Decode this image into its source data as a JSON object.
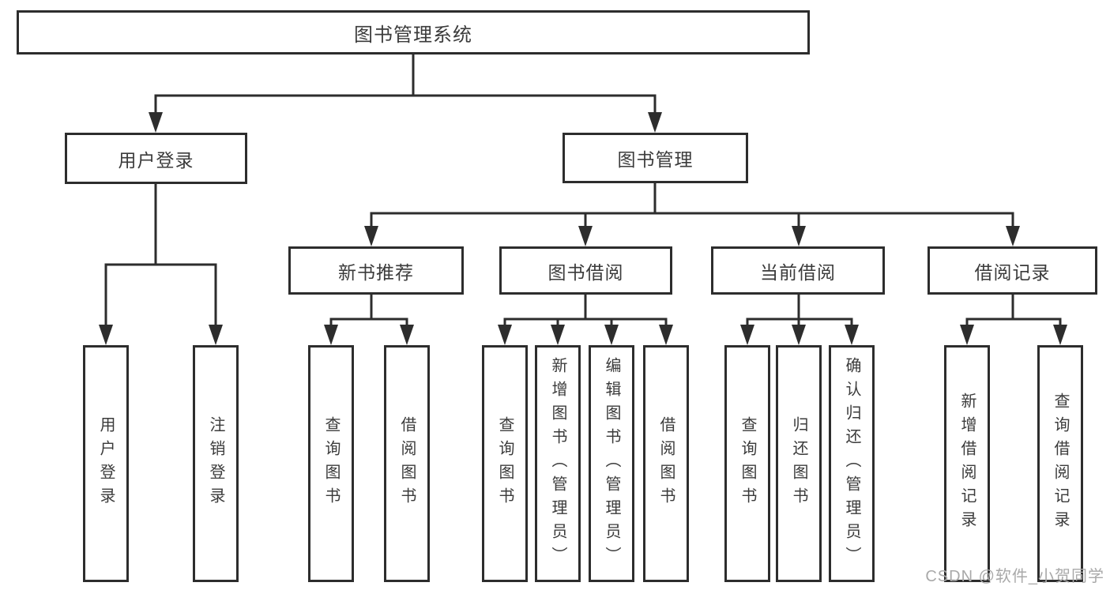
{
  "diagram": {
    "root": {
      "label": "图书管理系统"
    },
    "branches": [
      {
        "label": "用户登录",
        "leaves": [
          {
            "label": "用户登录"
          },
          {
            "label": "注销登录"
          }
        ]
      },
      {
        "label": "图书管理",
        "sections": [
          {
            "label": "新书推荐",
            "leaves": [
              {
                "label": "查询图书"
              },
              {
                "label": "借阅图书"
              }
            ]
          },
          {
            "label": "图书借阅",
            "leaves": [
              {
                "label": "查询图书"
              },
              {
                "label": "新增图书（管理员）"
              },
              {
                "label": "编辑图书（管理员）"
              },
              {
                "label": "借阅图书"
              }
            ]
          },
          {
            "label": "当前借阅",
            "leaves": [
              {
                "label": "查询图书"
              },
              {
                "label": "归还图书"
              },
              {
                "label": "确认归还（管理员）"
              }
            ]
          },
          {
            "label": "借阅记录",
            "leaves": [
              {
                "label": "新增借阅记录"
              },
              {
                "label": "查询借阅记录"
              }
            ]
          }
        ]
      }
    ]
  },
  "watermark": {
    "text": "CSDN @软件_小贺同学"
  },
  "colors": {
    "line": "#2d2d2d",
    "text": "#3b3b3b",
    "background": "#ffffff"
  }
}
